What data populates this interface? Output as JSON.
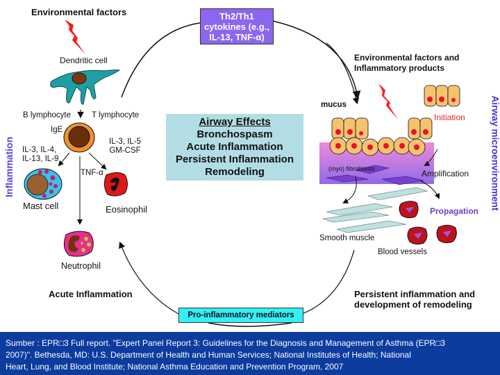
{
  "diagram": {
    "env_factors_label": "Environmental factors",
    "cytokine_box": [
      "Th2/Th1",
      "cytokines (e.g.,",
      "IL-13, TNF-α)"
    ],
    "dendritic_cell": "Dendritic cell",
    "b_lymphocyte": "B lymphocyte",
    "t_lymphocyte": "T lymphocyte",
    "ige": "IgE",
    "il_left": [
      "IL-3, IL-4,",
      "IL-13, IL-9"
    ],
    "il_right": [
      "IL-3, IL-5",
      "GM-CSF"
    ],
    "tnf": "TNF-α",
    "mast_cell": "Mast cell",
    "eosinophil": "Eosinophil",
    "neutrophil": "Neutrophil",
    "acute_inflammation": "Acute Inflammation",
    "inflammation_vertical": "Inflammation",
    "airway_effects": {
      "title": "Airway Effects",
      "items": [
        "Bronchospasm",
        "Acute Inflammation",
        "Persistent Inflammation",
        "Remodeling"
      ]
    },
    "env_inflam_products": [
      "Environmental factors and",
      "Inflammatory products"
    ],
    "mucus": "mucus",
    "initiation": "Initiation",
    "myofibroblasts": "(myo) fibroblasts",
    "amplification": "Amplification",
    "propagation": "Propagation",
    "smooth_muscle": "Smooth muscle",
    "blood_vessels": "Blood vessels",
    "airway_micro_vertical": "Airway microenvironment",
    "persistent": [
      "Persistent inflammation and",
      "development of remodeling"
    ],
    "pro_inflammatory": "Pro-inflammatory mediators"
  },
  "colors": {
    "cytokine_box": "#8c66ee",
    "airway_box": "#b3dde4",
    "pro_box": "#33f0f6",
    "footer_bg": "#0b3c9e",
    "lightning": "#ff1a1a",
    "initiation": "#e0242a",
    "propagation": "#6a3dc0"
  },
  "footer": {
    "lines": [
      "Sumber : EPR□3 Full report. \"Expert Panel Report 3: Guidelines for the Diagnosis and Management of Asthma (EPR□3",
      "2007)\". Bethesda, MD: U.S. Department of Health and Human Services; National Institutes of Health; National",
      "Heart, Lung, and Blood Institute; National Asthma Education and Prevention Program, 2007"
    ]
  }
}
